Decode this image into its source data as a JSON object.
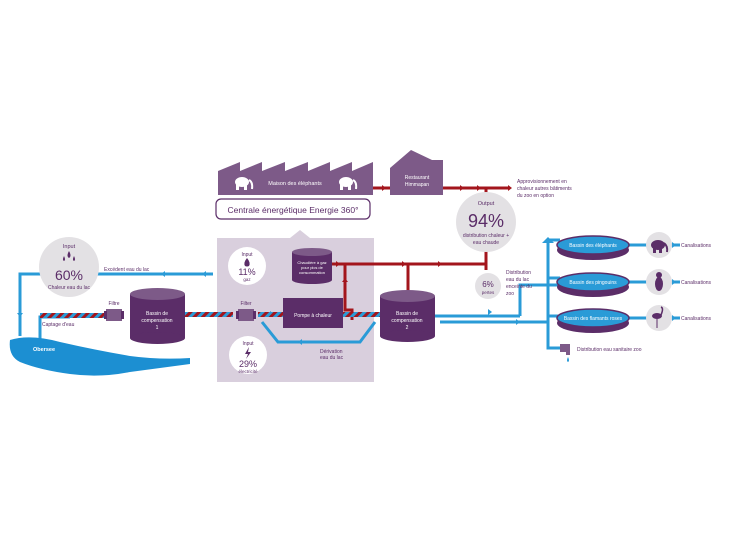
{
  "colors": {
    "purple": "#5b2d68",
    "purple_mid": "#7d5a88",
    "lilac_panel": "#d9cfdd",
    "grey_circle": "#e3e1e4",
    "blue": "#2a9bd7",
    "lake_blue": "#1c8fd2",
    "red": "#a3151c",
    "white": "#ffffff"
  },
  "central": {
    "title": "Centrale énergétique Energie 360°"
  },
  "buildings": {
    "maison": "Maison des éléphants",
    "restaurant_line1": "Restaurant",
    "restaurant_line2": "Himmapan"
  },
  "supply_note": {
    "line1": "Approvisionnement en",
    "line2": "chaleur autres bâtiments",
    "line3": "du zoo en option"
  },
  "input_lake": {
    "label": "Input",
    "value": "60%",
    "caption": "Chaleur eau du lac",
    "icon": "water-drops-icon"
  },
  "input_gas": {
    "label": "Input",
    "value": "11%",
    "caption": "gaz",
    "icon": "flame-icon"
  },
  "input_elec": {
    "label": "Input",
    "value": "29%",
    "caption": "électricité",
    "icon": "lightning-icon"
  },
  "output": {
    "label": "Output",
    "value": "94%",
    "caption_line1": "distribution chaleur +",
    "caption_line2": "eau chaude"
  },
  "losses": {
    "value": "6%",
    "caption": "pertes"
  },
  "excess_water": "Excédent eau du lac",
  "water_capture": "Captage d'eau",
  "lake": "Obersee",
  "filter1": "Filtre",
  "filter2": "Filter",
  "tank1": {
    "line1": "Bassin de",
    "line2": "compensation",
    "line3": "1"
  },
  "tank2": {
    "line1": "Bassin de",
    "line2": "compensation",
    "line3": "2"
  },
  "boiler": {
    "line1": "Chaudière à gaz",
    "line2": "pour pics de",
    "line3": "consommation"
  },
  "heat_pump": "Pompe à chaleur",
  "bypass": {
    "line1": "Dérivation",
    "line2": "eau du lac"
  },
  "lake_distribution": {
    "line1": "Distribution",
    "line2": "eau du lac",
    "line3": "enceinte du",
    "line4": "zoo"
  },
  "sanitary": "Distribution eau sanitaire zoo",
  "pools": [
    {
      "name": "Bassin des éléphants",
      "icon": "elephant-icon",
      "pipe_label": "Canalisations"
    },
    {
      "name": "Bassin des pingouins",
      "icon": "penguin-icon",
      "pipe_label": "Canalisations"
    },
    {
      "name": "Bassin des flamants roses",
      "icon": "flamingo-icon",
      "pipe_label": "Canalisations"
    }
  ]
}
